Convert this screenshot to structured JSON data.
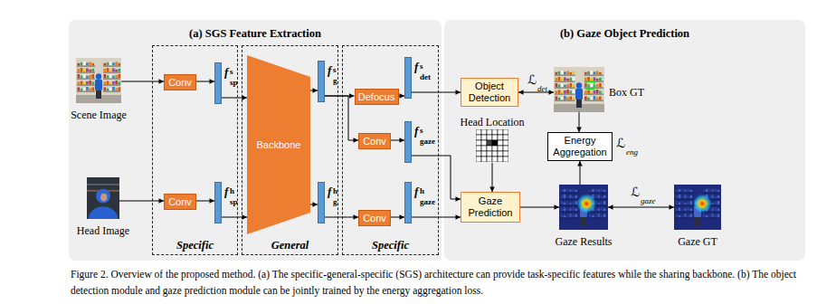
{
  "diagram": {
    "caption": "Figure 2. Overview of the proposed method. (a) The specific-general-specific (SGS) architecture can provide task-specific features while the sharing backbone. (b) The object detection module and gaze prediction module can be jointly trained by the energy aggregation loss.",
    "nodes": [
      {
        "text": [
          "(a) SGS Feature Extraction"
        ]
      },
      {
        "text": [
          "Scene Image"
        ],
        "in": 0
      },
      {
        "text": [
          "Head Image"
        ],
        "in": 0
      },
      {
        "text": [
          "Specific"
        ],
        "in": 0
      },
      {
        "text": [
          "Conv"
        ],
        "in": 3
      },
      {
        "text": [
          "f",
          "s",
          "sp"
        ],
        "in": 3
      },
      {
        "text": [
          "Conv"
        ],
        "in": 3
      },
      {
        "text": [
          "f",
          "h",
          "sp"
        ],
        "in": 3
      },
      {
        "text": [
          "General"
        ],
        "in": 0
      },
      {
        "text": [
          "Backbone"
        ],
        "in": 8
      },
      {
        "text": [
          "f",
          "s",
          "g"
        ],
        "in": 8
      },
      {
        "text": [
          "f",
          "h",
          "g"
        ],
        "in": 8
      },
      {
        "text": [
          "Specific"
        ],
        "in": 0
      },
      {
        "text": [
          "Defocus"
        ],
        "in": 12
      },
      {
        "text": [
          "f",
          "s",
          "det"
        ],
        "in": 12
      },
      {
        "text": [
          "Conv"
        ],
        "in": 12
      },
      {
        "text": [
          "f",
          "s",
          "gaze"
        ],
        "in": 12
      },
      {
        "text": [
          "Conv"
        ],
        "in": 12
      },
      {
        "text": [
          "f",
          "h",
          "gaze"
        ],
        "in": 12
      },
      {
        "text": [
          "(b) Gaze Object Prediction"
        ]
      },
      {
        "text": [
          "Object Detection"
        ],
        "in": 19
      },
      {
        "text": [
          "Box GT"
        ],
        "in": 19
      },
      {
        "text": [
          "Head Location"
        ],
        "in": 19
      },
      {
        "text": [
          "Energy Aggregation"
        ],
        "in": 19
      },
      {
        "text": [
          "Gaze Prediction"
        ],
        "in": 19
      },
      {
        "text": [
          "Gaze Results"
        ],
        "in": 19
      },
      {
        "text": [
          "Gaze GT"
        ],
        "in": 19
      }
    ],
    "edges": [
      {
        "from": 1,
        "to": 4,
        "arrow": "to"
      },
      {
        "from": 4,
        "to": 5,
        "arrow": "to"
      },
      {
        "from": 5,
        "to": 9,
        "arrow": "to"
      },
      {
        "from": 2,
        "to": 6,
        "arrow": "to"
      },
      {
        "from": 6,
        "to": 7,
        "arrow": "to"
      },
      {
        "from": 7,
        "to": 9,
        "arrow": "to"
      },
      {
        "from": 9,
        "to": 10,
        "arrow": "to"
      },
      {
        "from": 9,
        "to": 11,
        "arrow": "to"
      },
      {
        "from": 10,
        "to": 13,
        "arrow": "to"
      },
      {
        "from": 13,
        "to": 14,
        "arrow": "to"
      },
      {
        "from": 10,
        "to": 15,
        "arrow": "to"
      },
      {
        "from": 15,
        "to": 16,
        "arrow": "to"
      },
      {
        "from": 11,
        "to": 17,
        "arrow": "to"
      },
      {
        "from": 17,
        "to": 18,
        "arrow": "to"
      },
      {
        "from": 14,
        "to": 20,
        "arrow": "to"
      },
      {
        "from": 20,
        "to": 21,
        "arrow": "both"
      },
      {
        "from": 21,
        "to": 23,
        "arrow": "to"
      },
      {
        "from": 25,
        "to": 23,
        "arrow": "to"
      },
      {
        "from": 22,
        "to": 24,
        "arrow": "to"
      },
      {
        "from": 16,
        "to": 24,
        "arrow": "to"
      },
      {
        "from": 18,
        "to": 24,
        "arrow": "to"
      },
      {
        "from": 24,
        "to": 25,
        "arrow": "to"
      },
      {
        "from": 25,
        "to": 26,
        "arrow": "both"
      }
    ],
    "labels": [
      "ℒ",
      "det",
      "ℒ",
      "eng",
      "ℒ",
      "gaze"
    ]
  }
}
